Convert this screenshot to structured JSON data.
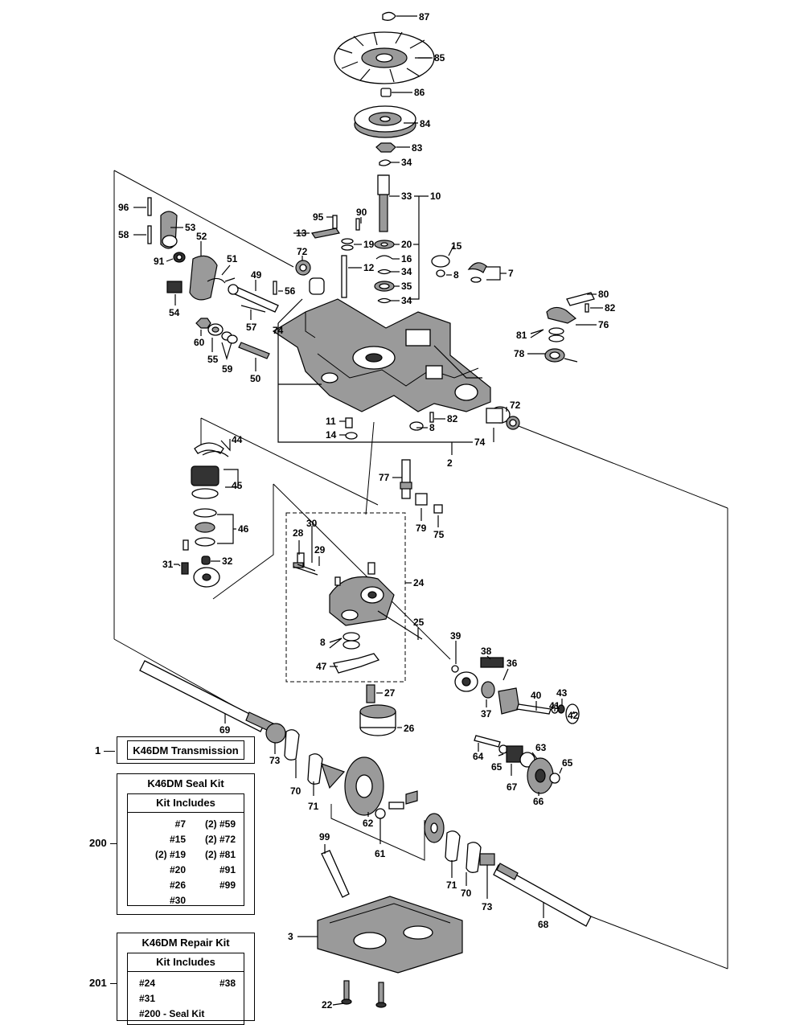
{
  "callouts": [
    "87",
    "85",
    "86",
    "84",
    "83",
    "34",
    "33",
    "10",
    "95",
    "90",
    "13",
    "19",
    "20",
    "16",
    "34",
    "35",
    "34",
    "12",
    "15",
    "8",
    "7",
    "72",
    "96",
    "53",
    "58",
    "52",
    "91",
    "51",
    "49",
    "56",
    "54",
    "57",
    "74",
    "60",
    "55",
    "59",
    "50",
    "80",
    "82",
    "76",
    "81",
    "78",
    "72",
    "11",
    "82",
    "8",
    "14",
    "74",
    "2",
    "44",
    "45",
    "77",
    "79",
    "75",
    "46",
    "28",
    "30",
    "29",
    "31",
    "32",
    "24",
    "25",
    "8",
    "47",
    "39",
    "38",
    "36",
    "27",
    "26",
    "37",
    "40",
    "43",
    "41",
    "42",
    "69",
    "64",
    "63",
    "65",
    "67",
    "65",
    "66",
    "73",
    "70",
    "71",
    "62",
    "61",
    "99",
    "71",
    "70",
    "73",
    "68",
    "3",
    "22"
  ],
  "transmission_box": {
    "ref": "1",
    "title": "K46DM Transmission"
  },
  "seal_kit": {
    "ref": "200",
    "title": "K46DM Seal Kit",
    "subheader": "Kit Includes",
    "left": [
      "#7",
      "#15",
      "(2) #19",
      "#20",
      "#26",
      "#30"
    ],
    "right": [
      "(2) #59",
      "(2) #72",
      "(2) #81",
      "#91",
      "#99"
    ]
  },
  "repair_kit": {
    "ref": "201",
    "title": "K46DM Repair Kit",
    "subheader": "Kit Includes",
    "left": [
      "#24",
      "#31",
      "#200 - Seal Kit"
    ],
    "right": [
      "#38"
    ]
  }
}
